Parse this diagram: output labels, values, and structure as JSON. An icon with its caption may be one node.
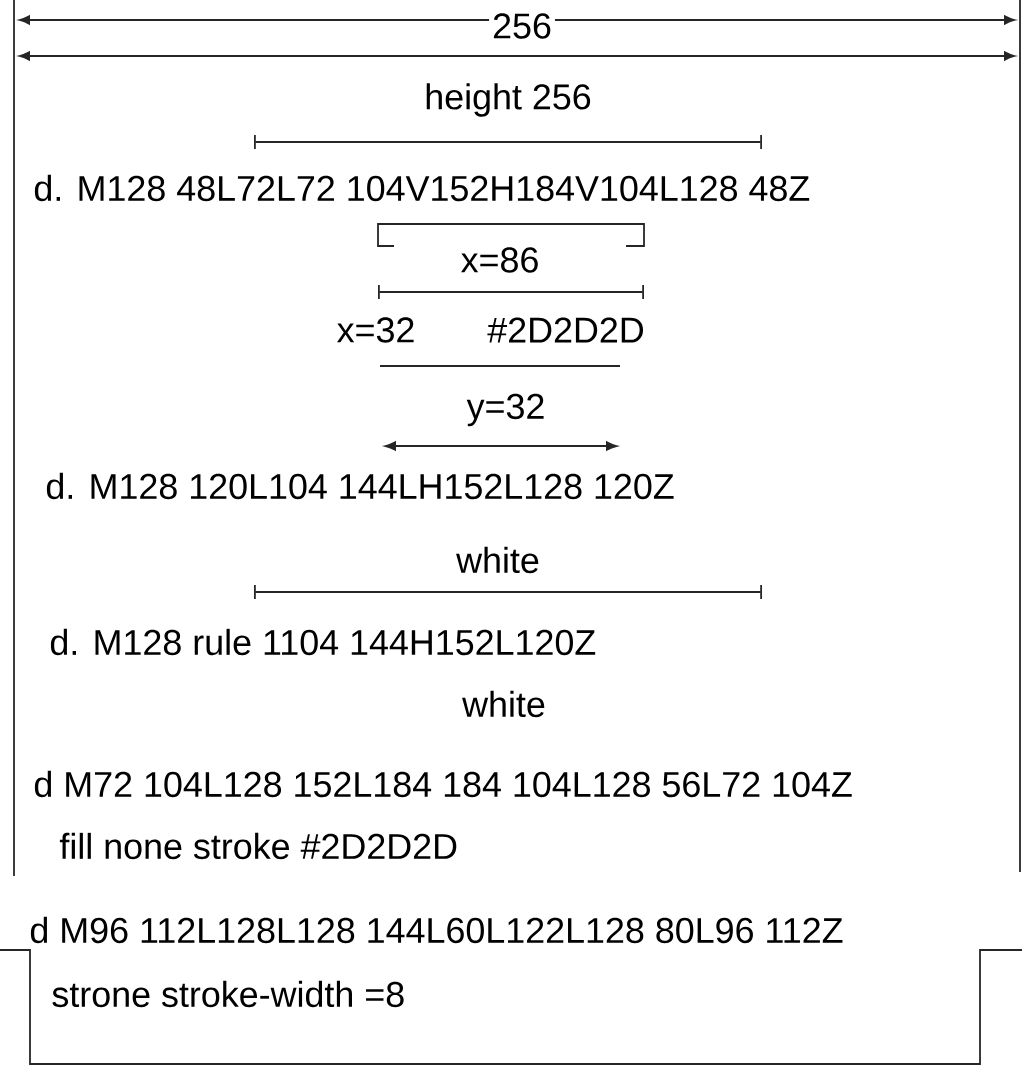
{
  "diagram": {
    "labels": [
      "256",
      "height 256",
      "d. M128 48L72L72 104V152H184V104L128 48Z",
      "x=86",
      "x=32",
      "#2D2D2D",
      "y=32",
      "d. M128 120L104 144LH152L128 120Z",
      "white",
      "d. M128 rule 1104 144H152L120Z",
      "white",
      "d M72 104L128 152L184 184 104L128 56L72 104Z",
      "fill none stroke #2D2D2D",
      "d M96 112L128L128 144L60L122L128 80L96 112Z",
      "strone stroke-width =8"
    ]
  }
}
